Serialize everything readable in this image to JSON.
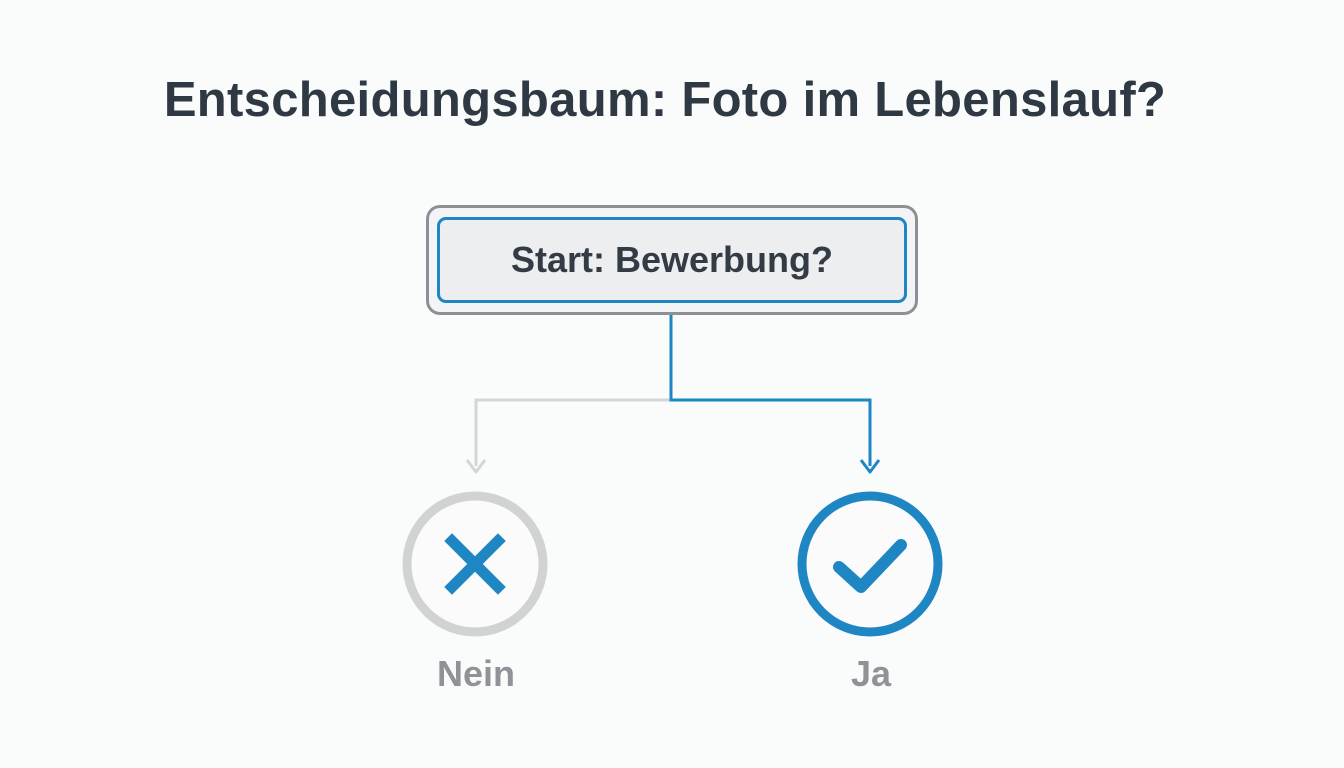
{
  "title": "Entscheidungsbaum: Foto im Lebenslauf?",
  "start": {
    "label": "Start: Bewerbung?"
  },
  "outcomes": {
    "no": {
      "label": "Nein",
      "icon": "x-icon",
      "ring_color": "#d0d2d4",
      "icon_color": "#1f86c4",
      "label_color": "#8f9397"
    },
    "yes": {
      "label": "Ja",
      "icon": "check-icon",
      "ring_color": "#1f86c4",
      "icon_color": "#1f86c4",
      "label_color": "#8f9397"
    }
  },
  "colors": {
    "accent": "#1f86c4",
    "inactive_line": "#d3d5d7",
    "title": "#2f3943"
  }
}
